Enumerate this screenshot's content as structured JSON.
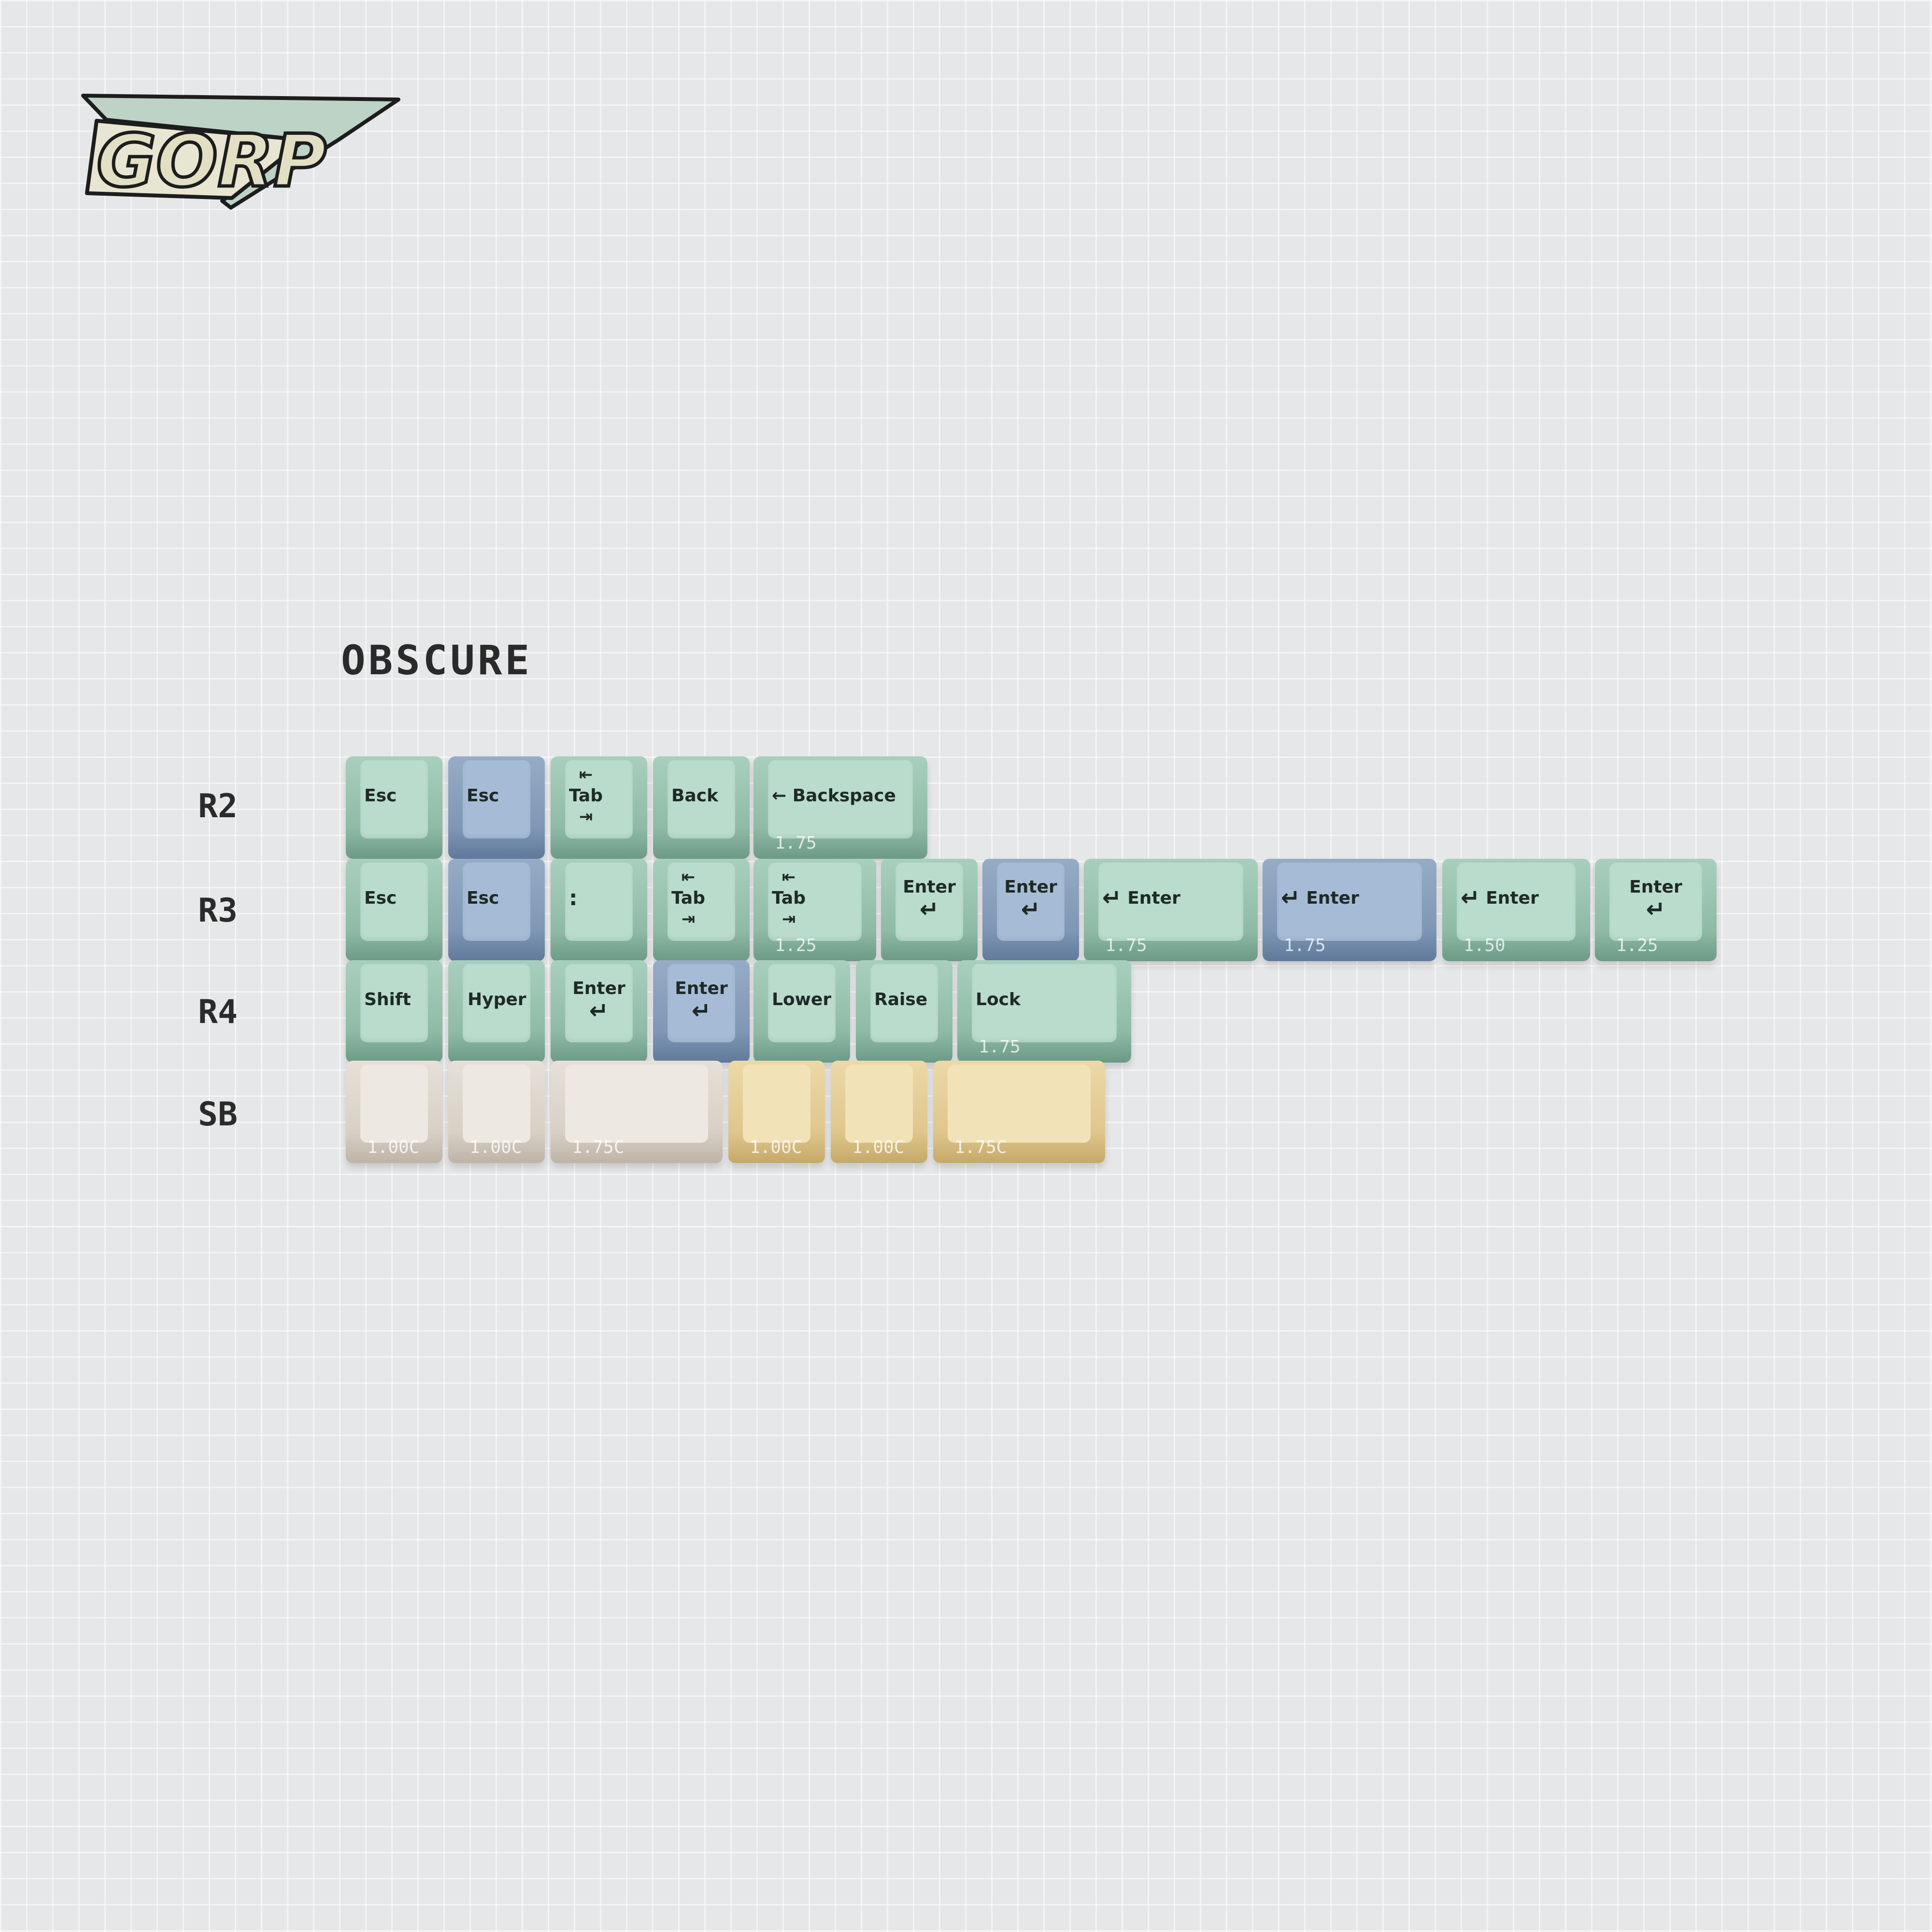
{
  "brand": {
    "logo_text": "GORP"
  },
  "section_title": "OBSCURE",
  "rows": {
    "r2": {
      "label": "R2",
      "keys": [
        {
          "legend": "Esc",
          "size": ""
        },
        {
          "legend": "Esc",
          "size": ""
        },
        {
          "legend": "Tab",
          "size": ""
        },
        {
          "legend": "Back",
          "size": ""
        },
        {
          "legend": "← Backspace",
          "size": "1.75"
        }
      ]
    },
    "r3": {
      "label": "R3",
      "keys": [
        {
          "legend": "Esc",
          "size": ""
        },
        {
          "legend": "Esc",
          "size": ""
        },
        {
          "legend": ":",
          "size": ""
        },
        {
          "legend": "Tab",
          "size": ""
        },
        {
          "legend": "Tab",
          "size": "1.25"
        },
        {
          "legend": "Enter",
          "size": ""
        },
        {
          "legend": "Enter",
          "size": ""
        },
        {
          "legend": "Enter",
          "size": "1.75"
        },
        {
          "legend": "Enter",
          "size": "1.75"
        },
        {
          "legend": "Enter",
          "size": "1.50"
        },
        {
          "legend": "Enter",
          "size": "1.25"
        }
      ]
    },
    "r4": {
      "label": "R4",
      "keys": [
        {
          "legend": "Shift",
          "size": ""
        },
        {
          "legend": "Hyper",
          "size": ""
        },
        {
          "legend": "Enter",
          "size": ""
        },
        {
          "legend": "Enter",
          "size": ""
        },
        {
          "legend": "Lower",
          "size": ""
        },
        {
          "legend": "Raise",
          "size": ""
        },
        {
          "legend": "Lock",
          "size": "1.75"
        }
      ]
    },
    "sb": {
      "label": "SB",
      "keys": [
        {
          "legend": "",
          "size": "1.00C"
        },
        {
          "legend": "",
          "size": "1.00C"
        },
        {
          "legend": "",
          "size": "1.75C"
        },
        {
          "legend": "",
          "size": "1.00C"
        },
        {
          "legend": "",
          "size": "1.00C"
        },
        {
          "legend": "",
          "size": "1.75C"
        }
      ]
    }
  },
  "glyphs": {
    "tab_left": "⇤",
    "tab_right": "⇥",
    "return": "↵"
  },
  "colors": {
    "mint": "#b9dccc",
    "blue": "#a6bcd6",
    "cream": "#ede8e1",
    "yellow": "#f2e2b7"
  }
}
